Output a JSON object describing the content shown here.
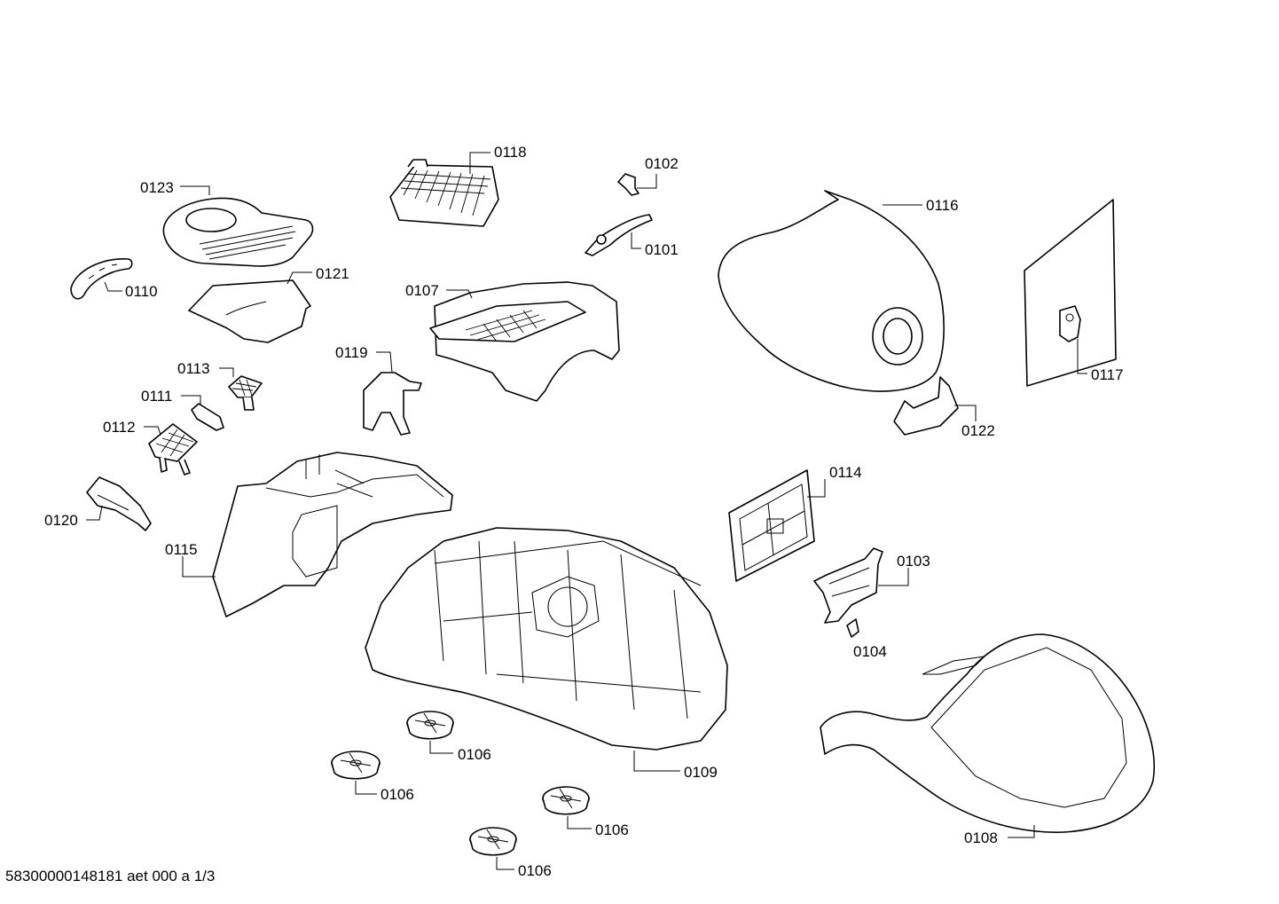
{
  "diagram": {
    "labels": {
      "p0123": "0123",
      "p0118": "0118",
      "p0102": "0102",
      "p0101": "0101",
      "p0116": "0116",
      "p0110": "0110",
      "p0121": "0121",
      "p0107": "0107",
      "p0117": "0117",
      "p0113": "0113",
      "p0119": "0119",
      "p0111": "0111",
      "p0122": "0122",
      "p0112": "0112",
      "p0114": "0114",
      "p0120": "0120",
      "p0115": "0115",
      "p0103": "0103",
      "p0104": "0104",
      "p0106a": "0106",
      "p0106b": "0106",
      "p0106c": "0106",
      "p0106d": "0106",
      "p0109": "0109",
      "p0108": "0108"
    },
    "footer": "58300000148181 aet 000 a 1/3"
  }
}
